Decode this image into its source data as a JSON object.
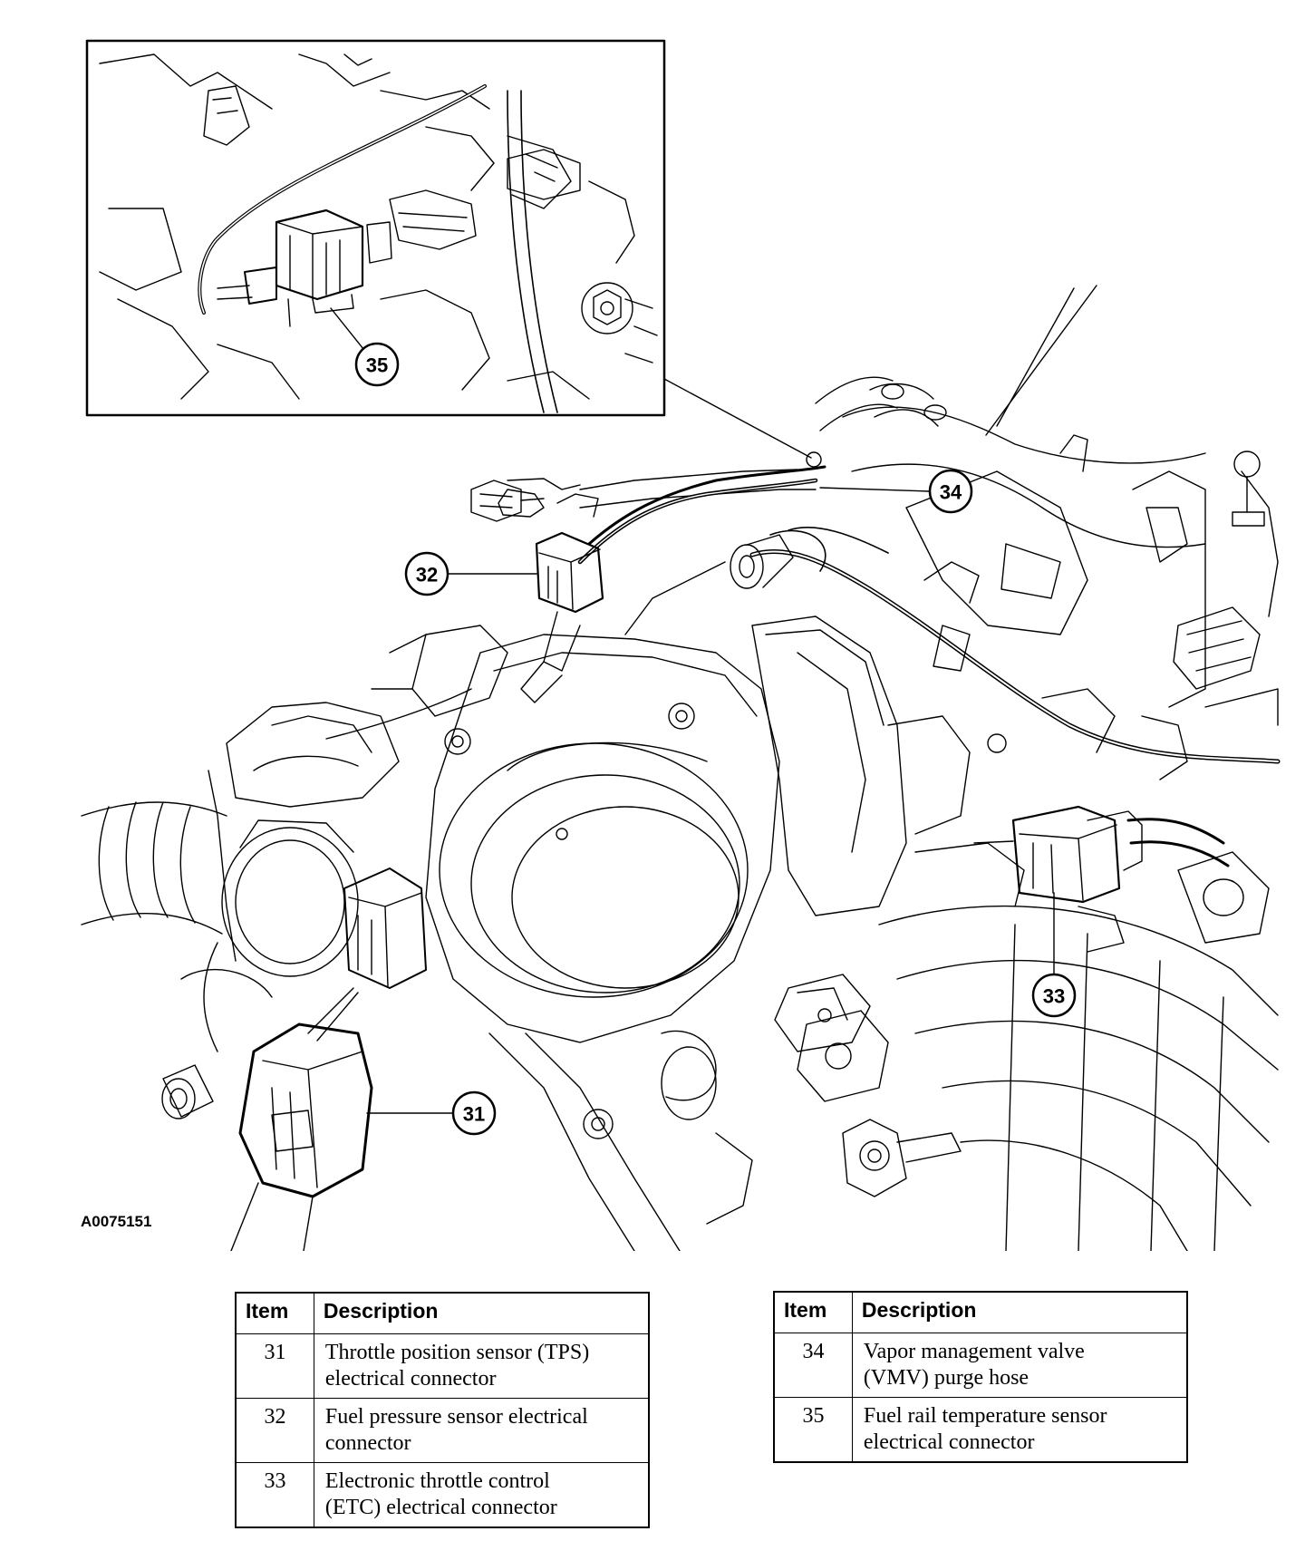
{
  "figure": {
    "id": "A0075151",
    "callouts": [
      "35",
      "32",
      "34",
      "33",
      "31"
    ]
  },
  "legend_left": {
    "headers": {
      "item": "Item",
      "description": "Description"
    },
    "rows": [
      {
        "item": "31",
        "description_line1": "Throttle position sensor (TPS)",
        "description_line2": "electrical connector"
      },
      {
        "item": "32",
        "description_line1": "Fuel pressure sensor electrical",
        "description_line2": "connector"
      },
      {
        "item": "33",
        "description_line1": "Electronic throttle control",
        "description_line2": "(ETC) electrical connector"
      }
    ]
  },
  "legend_right": {
    "headers": {
      "item": "Item",
      "description": "Description"
    },
    "rows": [
      {
        "item": "34",
        "description_line1": "Vapor management valve",
        "description_line2": "(VMV) purge hose"
      },
      {
        "item": "35",
        "description_line1": "Fuel rail temperature sensor",
        "description_line2": "electrical connector"
      }
    ]
  }
}
